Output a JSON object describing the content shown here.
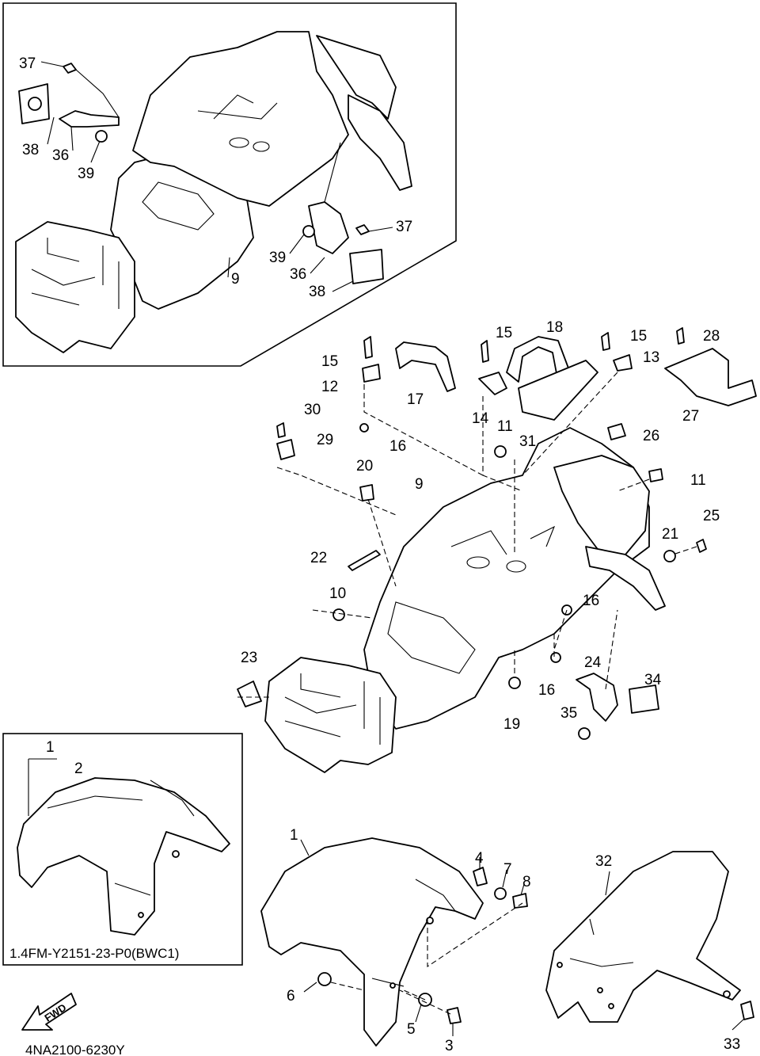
{
  "diagram": {
    "inset_top_callouts": [
      "37",
      "38",
      "36",
      "39",
      "37",
      "39",
      "36",
      "38",
      "9"
    ],
    "main_callouts": [
      "15",
      "12",
      "17",
      "15",
      "14",
      "18",
      "31",
      "15",
      "13",
      "28",
      "27",
      "30",
      "29",
      "16",
      "11",
      "26",
      "11",
      "20",
      "9",
      "22",
      "10",
      "21",
      "25",
      "16",
      "23",
      "16",
      "19",
      "24",
      "34",
      "35"
    ],
    "front_callouts": [
      "1",
      "2",
      "1",
      "4",
      "7",
      "8",
      "6",
      "5",
      "3",
      "32",
      "33"
    ],
    "inset_caption": "1.4FM-Y2151-23-P0(BWC1)",
    "fwd_arrow_label": "FWD",
    "drawing_number": "4NA2100-6230Y"
  }
}
